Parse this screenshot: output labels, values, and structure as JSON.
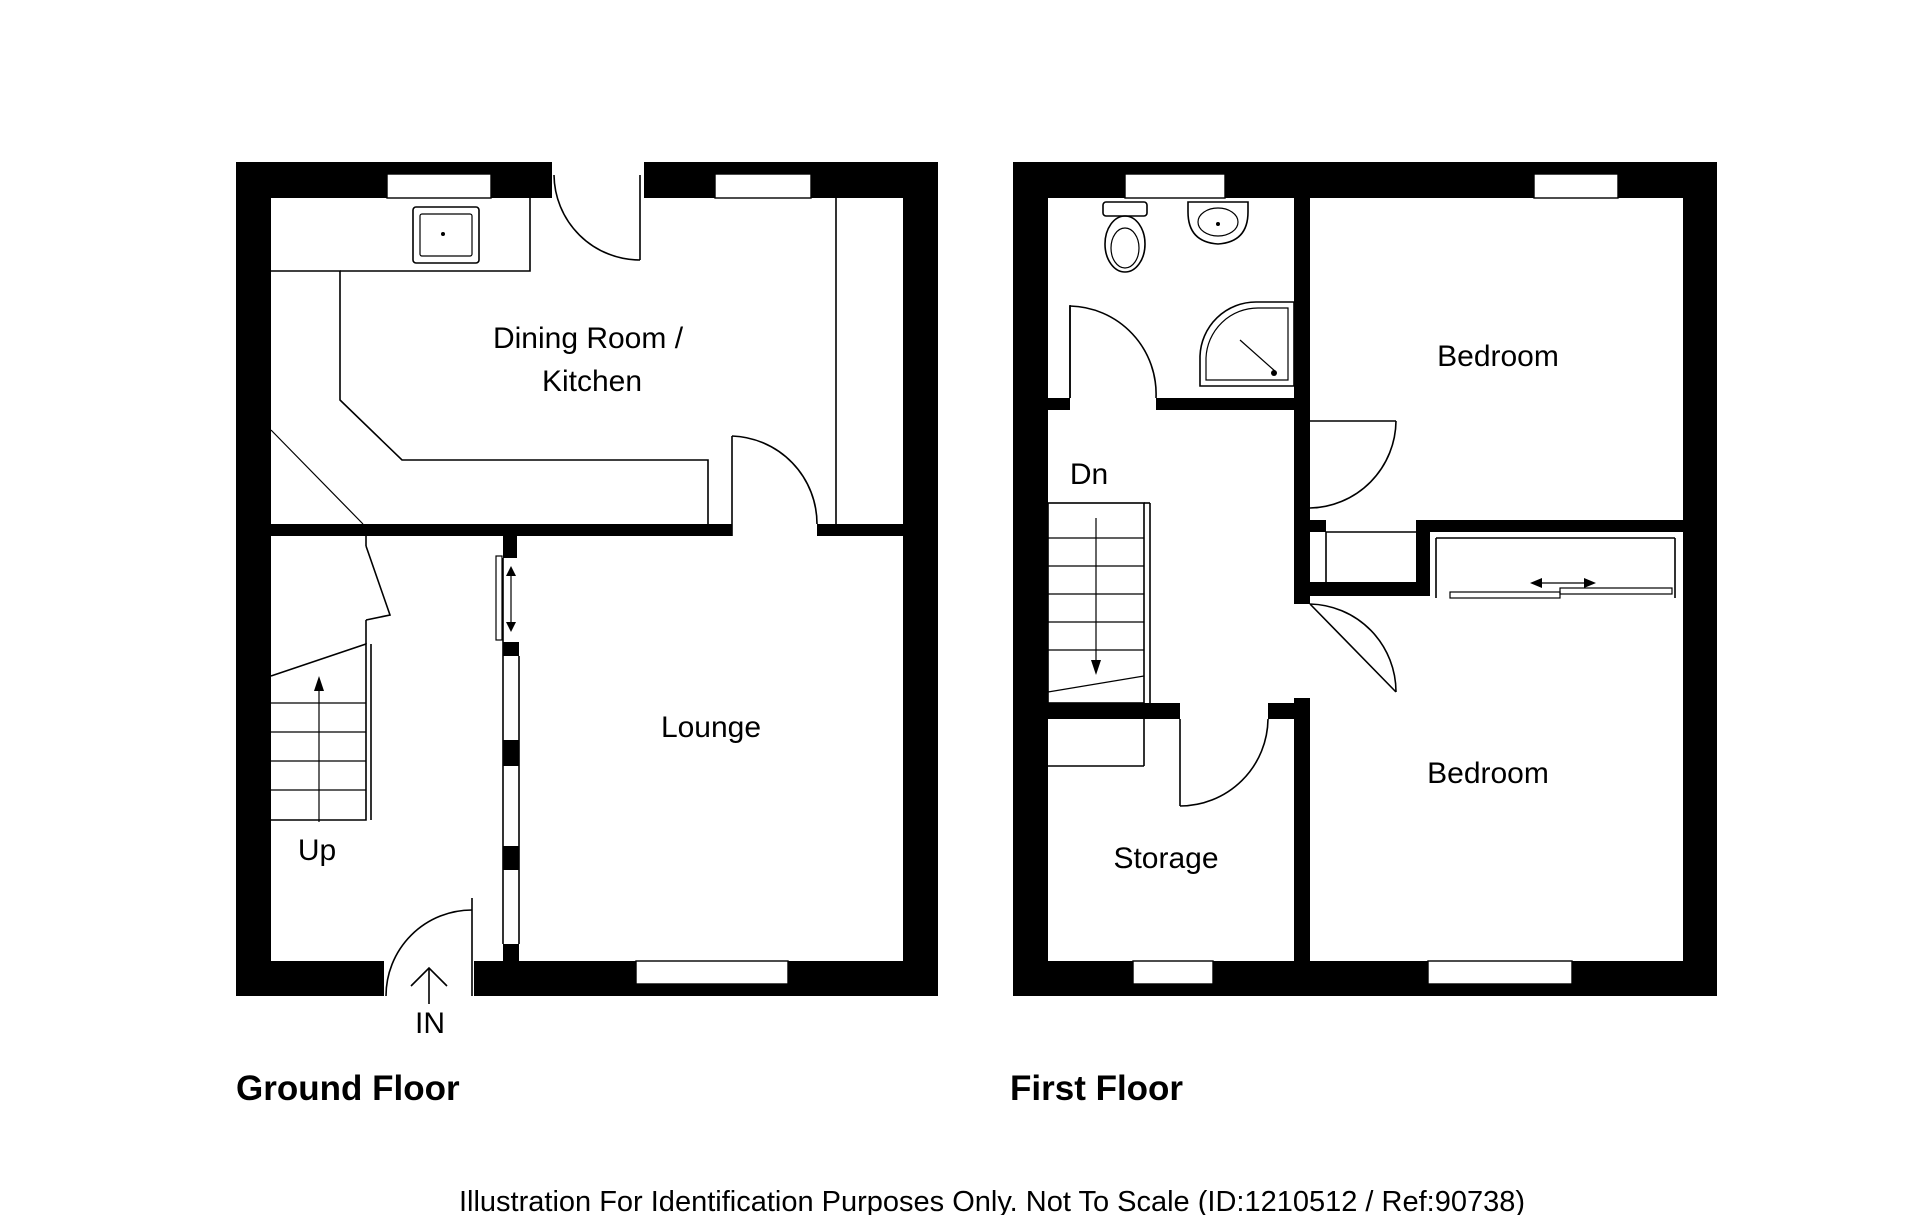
{
  "ground_floor": {
    "title": "Ground Floor",
    "rooms": {
      "dining_kitchen_line1": "Dining Room /",
      "dining_kitchen_line2": "Kitchen",
      "lounge": "Lounge"
    },
    "stairs_label": "Up",
    "entrance_label": "IN"
  },
  "first_floor": {
    "title": "First Floor",
    "rooms": {
      "bedroom_1": "Bedroom",
      "bedroom_2": "Bedroom",
      "storage": "Storage"
    },
    "stairs_label": "Dn"
  },
  "disclaimer": "Illustration For Identification Purposes Only. Not To Scale (ID:1210512 / Ref:90738)"
}
